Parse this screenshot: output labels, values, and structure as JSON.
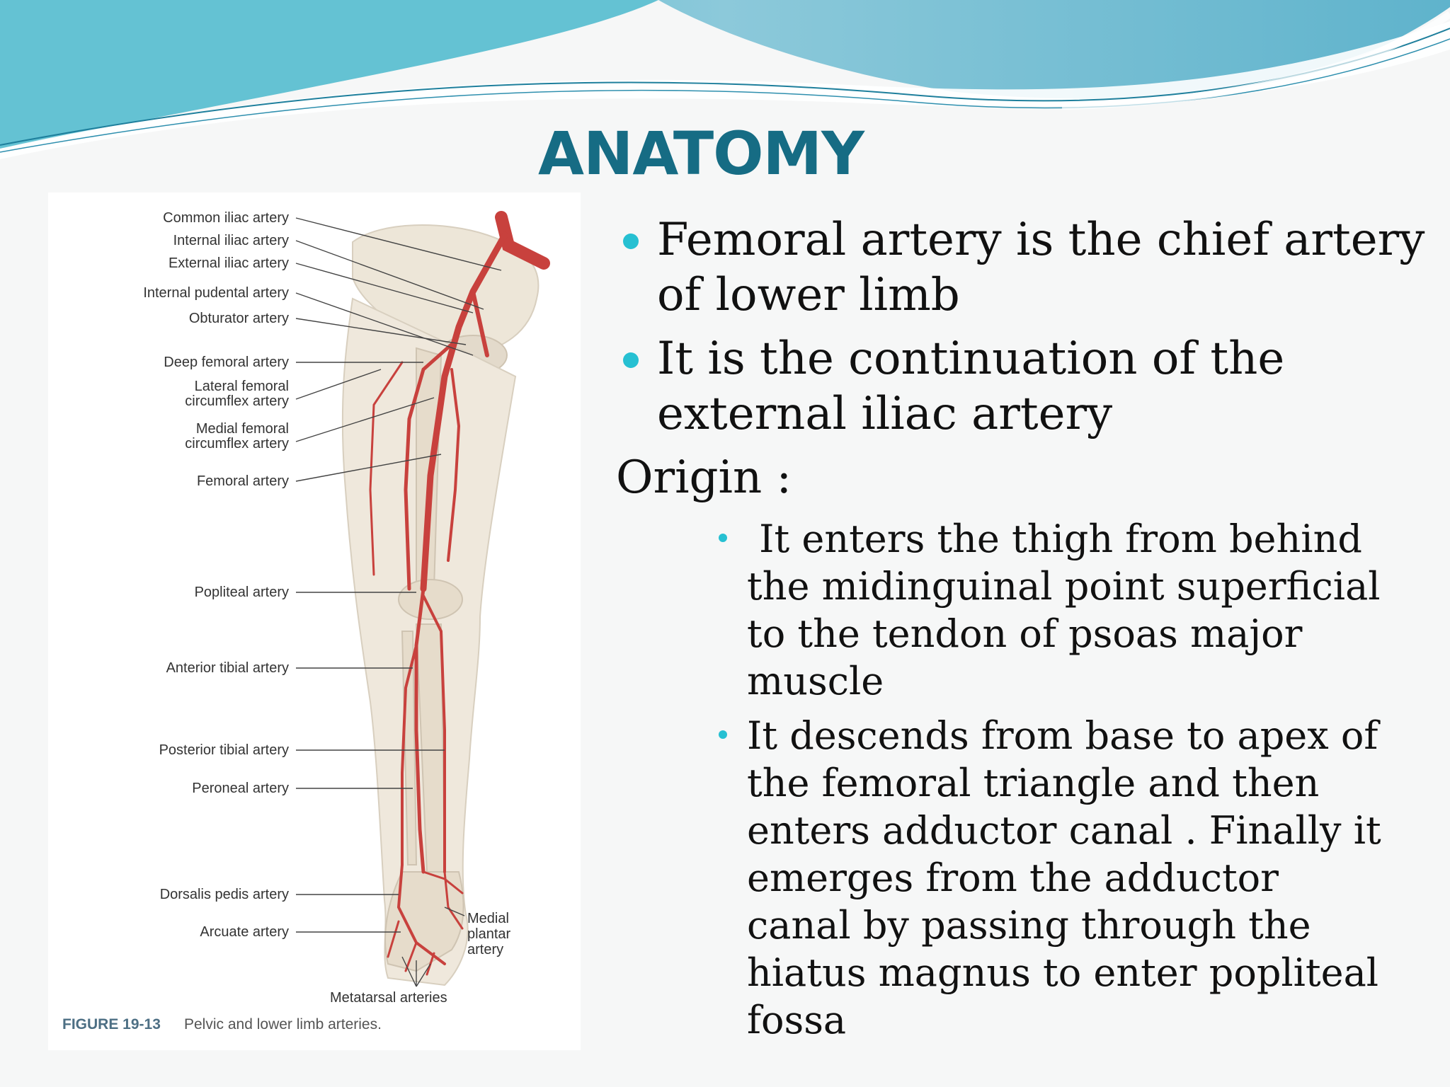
{
  "slide": {
    "title": "ANATOMY"
  },
  "figure": {
    "labels_left": [
      "Common iliac artery",
      "Internal iliac artery",
      "External iliac artery",
      "Internal pudental artery",
      "Obturator artery",
      "Deep femoral artery",
      "Lateral femoral",
      "circumflex artery",
      "Medial femoral",
      "circumflex artery",
      "Femoral artery",
      "Popliteal artery",
      "Anterior tibial artery",
      "Posterior tibial artery",
      "Peroneal artery",
      "Dorsalis pedis artery",
      "Arcuate artery"
    ],
    "label_medial_plantar": [
      "Medial",
      "plantar",
      "artery"
    ],
    "label_metatarsal": "Metatarsal arteries",
    "caption_number": "FIGURE 19-13",
    "caption_text": "Pelvic and lower limb arteries.",
    "colors": {
      "artery": "#c8413d",
      "bone": "#ede6d8",
      "skin": "#efe8dc"
    }
  },
  "content": {
    "bullets": [
      "Femoral artery is the chief artery of lower limb",
      "It is the continuation of the external iliac artery"
    ],
    "origin_label": "Origin :",
    "sub_bullets": [
      " It enters the thigh from behind the midinguinal point superficial to the tendon of psoas major muscle",
      "It descends from base to apex of the femoral triangle and then enters adductor canal . Finally it emerges from the adductor canal by passing through the hiatus magnus to enter popliteal fossa"
    ]
  },
  "theme": {
    "accent": "#26c0d2",
    "title_color": "#166c84"
  }
}
